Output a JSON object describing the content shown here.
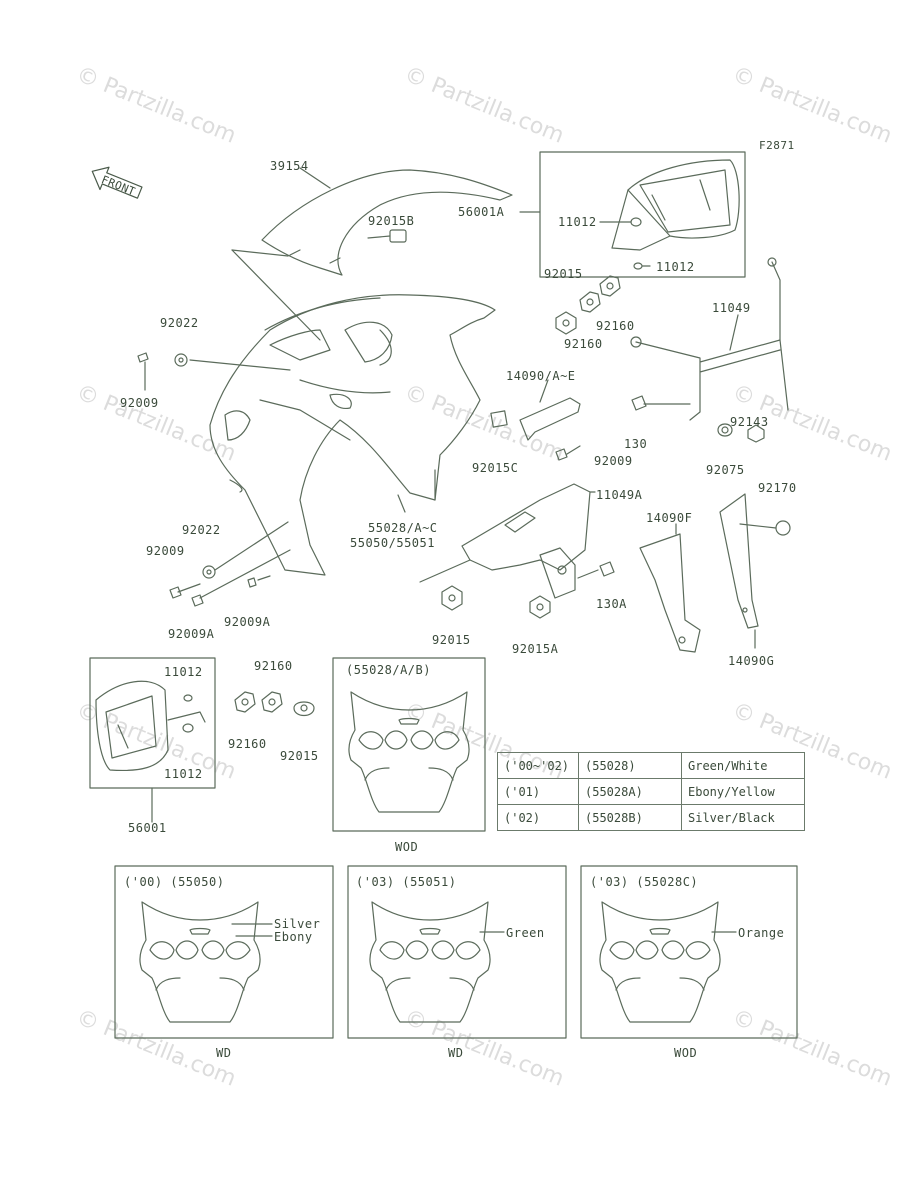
{
  "figure_code": "F2871",
  "front_label": "FRONT",
  "watermark": "© Partzilla.com",
  "parts": {
    "windshield": "39154",
    "nut_92015B": "92015B",
    "grommet_92022_upper": "92022",
    "screw_92009_upper": "92009",
    "mirror_right_assy": "56001A",
    "mirror_right_o_ring_upper": "11012",
    "mirror_right_o_ring_lower": "11012",
    "nut_92015_upper": "92015",
    "collar_92160_upper_a": "92160",
    "collar_92160_upper_b": "92160",
    "stay_11049": "11049",
    "bracket_14090": "14090/A~E",
    "bolt_130": "130",
    "nut_92143": "92143",
    "nut_92015C": "92015C",
    "screw_92009_mid": "92009",
    "grommet_92075": "92075",
    "stay_11049A": "11049A",
    "cap_92170": "92170",
    "cover_14090F": "14090F",
    "cover_14090G": "14090G",
    "cowling_main": "55028/A~C",
    "cowling_main_alt": "55050/55051",
    "grommet_92022_lower": "92022",
    "screw_92009_lower": "92009",
    "screw_92009A_left": "92009A",
    "screw_92009A_right": "92009A",
    "nut_92015_lower": "92015",
    "bolt_130A": "130A",
    "nut_92015A": "92015A",
    "mirror_left_o_ring_upper": "11012",
    "mirror_left_o_ring_lower": "11012",
    "mirror_left_assy": "56001",
    "collar_92160_lower_a": "92160",
    "collar_92160_lower_b": "92160",
    "nut_92015_bottom": "92015"
  },
  "variants": {
    "top": {
      "title": "(55028/A/B)",
      "code": "WOD"
    },
    "left": {
      "title": "('00) (55050)",
      "note1": "Silver",
      "note2": "Ebony",
      "code": "WD"
    },
    "middle": {
      "title": "('03) (55051)",
      "note1": "Green",
      "code": "WD"
    },
    "right": {
      "title": "('03) (55028C)",
      "note1": "Orange",
      "code": "WOD"
    }
  },
  "color_table": [
    {
      "year": "('00~'02)",
      "part": "(55028)",
      "color": "Green/White"
    },
    {
      "year": "('01)",
      "part": "(55028A)",
      "color": "Ebony/Yellow"
    },
    {
      "year": "('02)",
      "part": "(55028B)",
      "color": "Silver/Black"
    }
  ]
}
